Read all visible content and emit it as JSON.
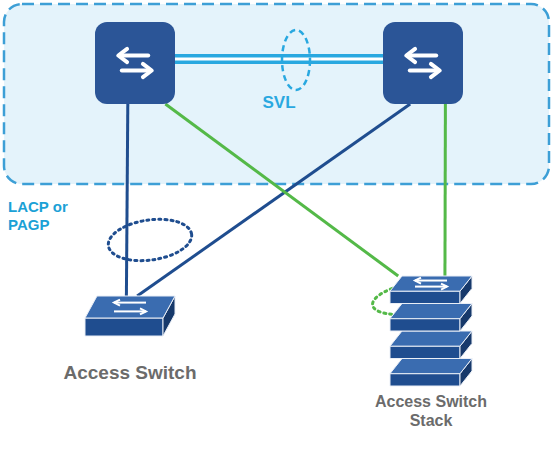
{
  "diagram": {
    "nodes": [
      {
        "text": []
      },
      {
        "text": []
      },
      {
        "text": [
          "Access Switch"
        ]
      },
      {
        "text": [
          "Access Switch Stack"
        ]
      }
    ],
    "edges": [
      {
        "from": 0,
        "to": 1,
        "arrow": "none",
        "label": "SVL"
      },
      {
        "from": 0,
        "to": 2,
        "arrow": "none"
      },
      {
        "from": 1,
        "to": 2,
        "arrow": "none"
      },
      {
        "from": 0,
        "to": 3,
        "arrow": "none"
      },
      {
        "from": 1,
        "to": 3,
        "arrow": "none"
      }
    ],
    "labels": [
      "LACP or PAGP"
    ]
  }
}
